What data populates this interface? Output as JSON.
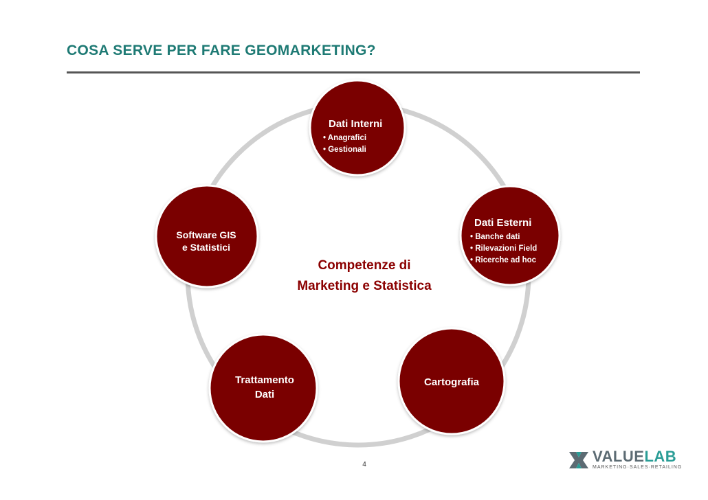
{
  "header": {
    "title": "COSA SERVE PER FARE GEOMARKETING?"
  },
  "diagram": {
    "center_label_line1": "Competenze di",
    "center_label_line2": "Marketing e Statistica",
    "nodes": [
      {
        "title": "Dati Interni",
        "items": [
          "Anagrafici",
          "Gestionali"
        ]
      },
      {
        "title": "Dati Esterni",
        "items": [
          "Banche dati",
          "Rilevazioni Field",
          "Ricerche ad hoc"
        ]
      },
      {
        "title": "Cartografia"
      },
      {
        "title_line1": "Trattamento",
        "title_line2": "Dati"
      },
      {
        "title_line1": "Software GIS",
        "title_line2": "e Statistici"
      }
    ],
    "colors": {
      "node_fill": "#7a0000",
      "ring": "#cccccc",
      "center_text": "#8b0000"
    }
  },
  "footer": {
    "page_number": "4",
    "logo_word_part1": "VALUE",
    "logo_word_part2": "LAB",
    "logo_tagline": "MARKETING·SALES·RETAILING"
  }
}
